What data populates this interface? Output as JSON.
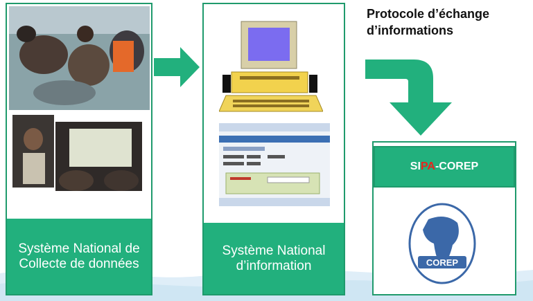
{
  "panels": {
    "collecte": {
      "caption": "Système National de Collecte de données"
    },
    "information": {
      "caption": "Système National d’information"
    }
  },
  "protocol": {
    "line1": "Protocole d’échange",
    "line2": "d’informations"
  },
  "sipa": {
    "part1": "SI",
    "part2": "PA",
    "part3": "-COREP"
  },
  "corep_logo": {
    "text": "COREP"
  },
  "colors": {
    "green": "#22b07d",
    "border": "#1f9a6c",
    "red": "#e8251c"
  }
}
